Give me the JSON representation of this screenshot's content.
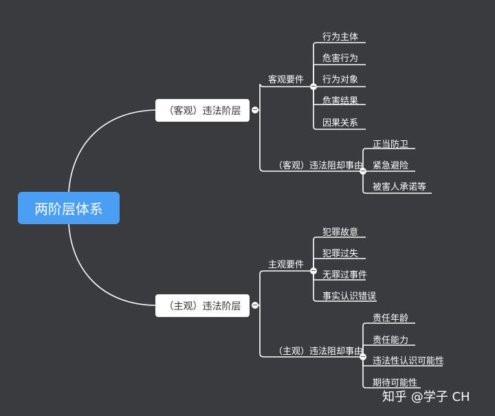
{
  "root": "两阶层体系",
  "branches": [
    {
      "label": "（客观）违法阶层",
      "groups": [
        {
          "label": "客观要件",
          "items": [
            "行为主体",
            "危害行为",
            "行为对象",
            "危害结果",
            "因果关系"
          ]
        },
        {
          "label": "（客观）违法阻却事由",
          "items": [
            "正当防卫",
            "紧急避险",
            "被害人承诺等"
          ]
        }
      ]
    },
    {
      "label": "（主观）违法阶层",
      "groups": [
        {
          "label": "主观要件",
          "items": [
            "犯罪故意",
            "犯罪过失",
            "无罪过事件",
            "事实认识错误"
          ]
        },
        {
          "label": "（主观）违法阻却事由",
          "items": [
            "责任年龄",
            "责任能力",
            "违法性认识可能性",
            "期待可能性"
          ]
        }
      ]
    }
  ],
  "watermark": "知乎 @学子 CH"
}
